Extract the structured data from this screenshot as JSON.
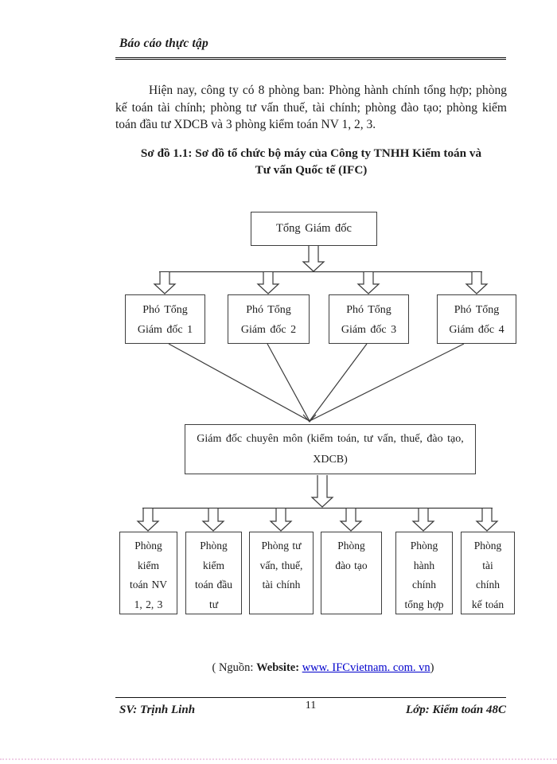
{
  "header": {
    "title": "Báo cáo thực tập"
  },
  "paragraph": "Hiện nay, công ty có 8 phòng ban: Phòng hành chính tổng hợp; phòng kế toán tài chính; phòng tư vấn thuế, tài chính; phòng đào tạo; phòng kiểm toán đầu tư XDCB và 3 phòng kiểm toán NV 1, 2, 3.",
  "diagram_caption": "Sơ đồ 1.1: Sơ đồ tổ chức bộ máy của Công ty TNHH Kiểm toán và\nTư vấn Quốc tế (IFC)",
  "org_chart": {
    "root": "Tổng Giám đốc",
    "deputies": [
      "Phó Tổng\nGiám đốc 1",
      "Phó Tổng\nGiám đốc 2",
      "Phó Tổng\nGiám đốc 3",
      "Phó Tổng\nGiám đốc 4"
    ],
    "middle": "Giám đốc chuyên môn (kiểm toán, tư vấn, thuế, đào tạo,\nXDCB)",
    "departments": [
      "Phòng\nkiểm\ntoán NV\n1, 2, 3",
      "Phòng\nkiểm\ntoán đầu\ntư",
      "Phòng tư\nvấn, thuế,\ntài chính",
      "Phòng\nđào tạo",
      "Phòng\nhành\nchính\ntổng hợp",
      "Phòng\ntài\nchính\nkế toán"
    ],
    "line_color": "#3a3a3a"
  },
  "source": {
    "prefix": "( Nguồn: ",
    "website_label": "Website: ",
    "link": "www. IFCvietnam. com. vn",
    "suffix": ")"
  },
  "footer": {
    "student": "SV: Trịnh Linh",
    "page_number": "11",
    "class_label": "Lớp: Kiểm toán 48C"
  }
}
